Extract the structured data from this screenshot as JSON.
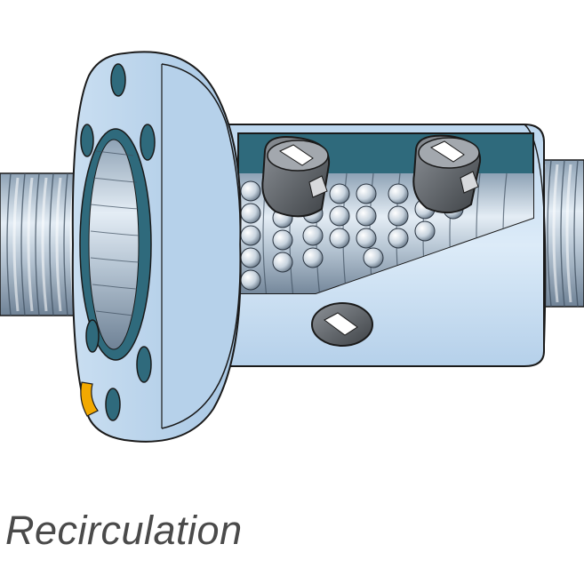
{
  "caption": "Recirculation",
  "colors": {
    "housing": "#cfe3f4",
    "housing_shade": "#a9c9e6",
    "screw": "#b9c8d6",
    "screw_dark": "#6f8296",
    "cavity": "#2f6a7c",
    "ball": "#dfe8f0",
    "deflector": "#5d6166",
    "wiper_accent": "#f2a900",
    "outline": "#1a1a1a",
    "caption_text": "#4a4a4a"
  },
  "icons": [
    "ball-screw-shaft",
    "flange-nut",
    "nut-body",
    "recirculation-deflector",
    "ball-bearing",
    "wiper-seal"
  ]
}
